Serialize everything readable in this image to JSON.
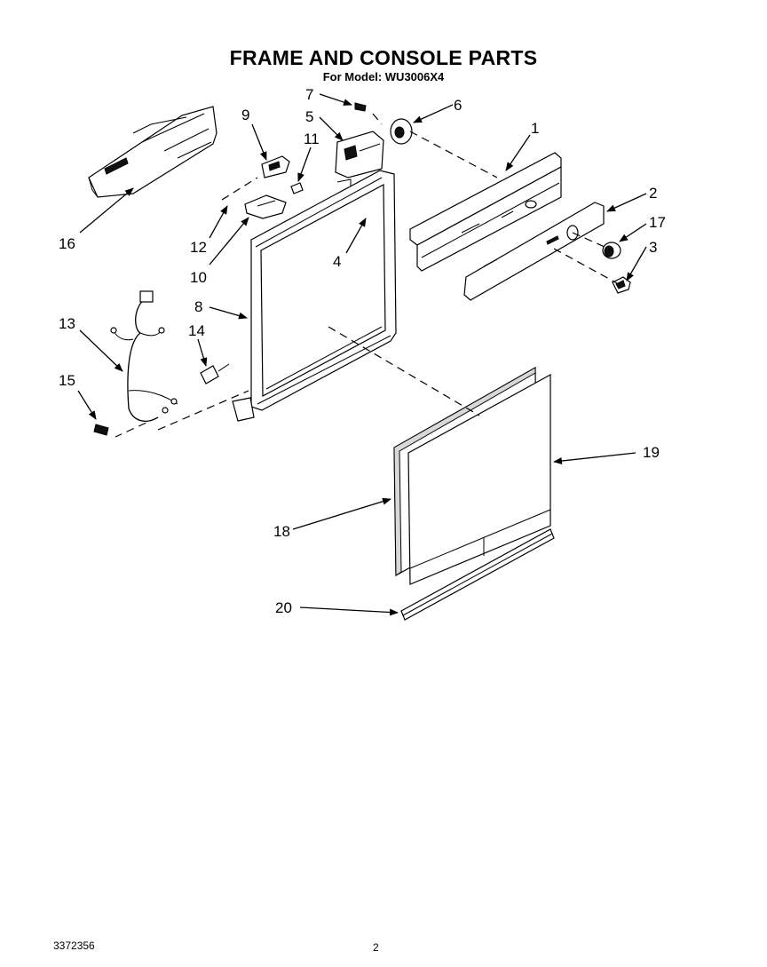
{
  "header": {
    "title": "FRAME AND CONSOLE PARTS",
    "subtitle": "For Model: WU3006X4"
  },
  "footer": {
    "doc_number": "3372356",
    "page_number": "2"
  },
  "callouts": {
    "c1": "1",
    "c2": "2",
    "c3": "3",
    "c4": "4",
    "c5": "5",
    "c6": "6",
    "c7": "7",
    "c8": "8",
    "c9": "9",
    "c10": "10",
    "c11": "11",
    "c12": "12",
    "c13": "13",
    "c14": "14",
    "c15": "15",
    "c16": "16",
    "c17": "17",
    "c18": "18",
    "c19": "19",
    "c20": "20"
  }
}
